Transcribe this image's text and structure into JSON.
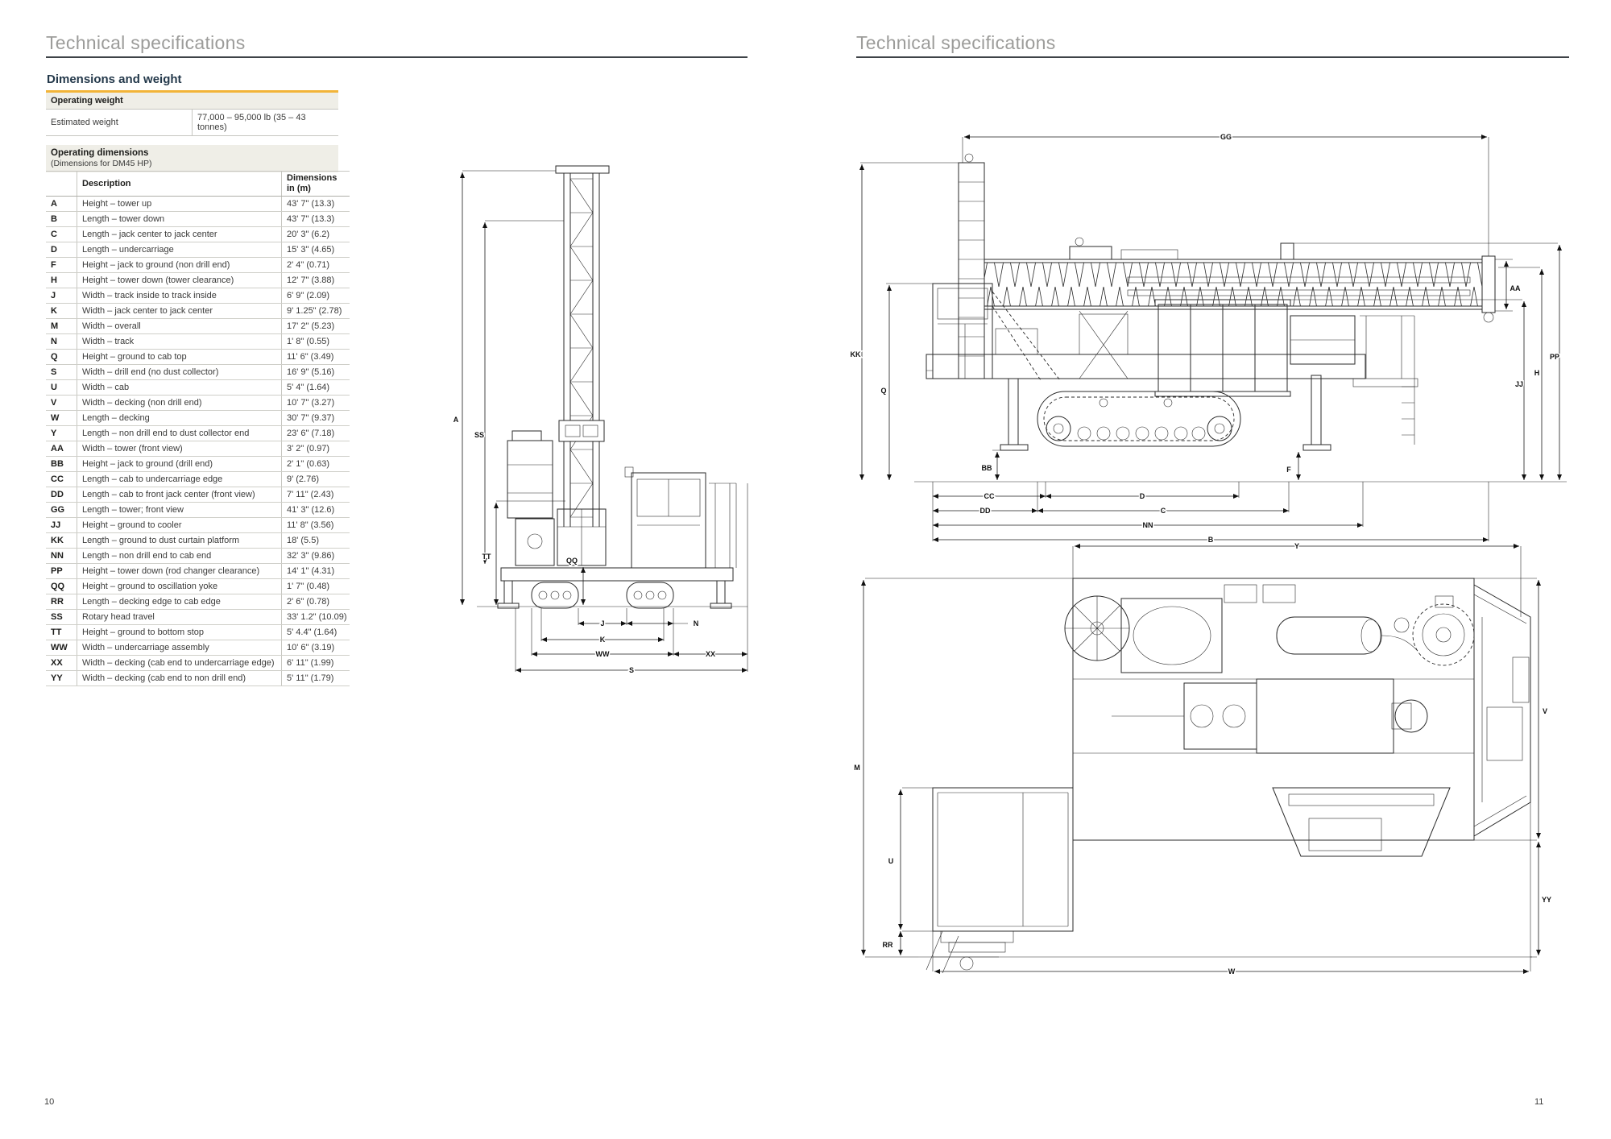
{
  "colors": {
    "accent_gold": "#F2B438",
    "heading_gray": "#9C9C9A",
    "navy": "#24394B",
    "rule_dark": "#3E4347",
    "table_band_beige": "#EFEEE7",
    "table_border": "#C6C6C0"
  },
  "page_left": {
    "header": "Technical specifications",
    "section_title": "Dimensions and weight",
    "operating_weight": {
      "title": "Operating weight",
      "rows": [
        {
          "label": "Estimated weight",
          "value": "77,000 – 95,000 lb (35 – 43 tonnes)"
        }
      ]
    },
    "operating_dimensions": {
      "title": "Operating dimensions",
      "subtitle": "(Dimensions for DM45 HP)",
      "columns": {
        "code": "",
        "description": "Description",
        "dim_line1": "Dimensions",
        "dim_line2": "in (m)"
      },
      "rows": [
        {
          "code": "A",
          "description": "Height – tower up",
          "value": "43' 7\" (13.3)"
        },
        {
          "code": "B",
          "description": "Length – tower down",
          "value": "43' 7\" (13.3)"
        },
        {
          "code": "C",
          "description": "Length – jack center to jack center",
          "value": "20' 3\" (6.2)"
        },
        {
          "code": "D",
          "description": "Length – undercarriage",
          "value": "15' 3\" (4.65)"
        },
        {
          "code": "F",
          "description": "Height – jack to ground (non drill end)",
          "value": "2' 4\" (0.71)"
        },
        {
          "code": "H",
          "description": "Height – tower down (tower clearance)",
          "value": "12' 7\" (3.88)"
        },
        {
          "code": "J",
          "description": "Width – track inside to track inside",
          "value": "6' 9\" (2.09)"
        },
        {
          "code": "K",
          "description": "Width – jack center to jack center",
          "value": "9' 1.25\" (2.78)"
        },
        {
          "code": "M",
          "description": "Width – overall",
          "value": "17' 2\" (5.23)"
        },
        {
          "code": "N",
          "description": "Width – track",
          "value": "1' 8\" (0.55)"
        },
        {
          "code": "Q",
          "description": "Height – ground to cab top",
          "value": "11' 6\" (3.49)"
        },
        {
          "code": "S",
          "description": "Width – drill end (no dust collector)",
          "value": "16' 9\" (5.16)"
        },
        {
          "code": "U",
          "description": "Width – cab",
          "value": "5' 4\" (1.64)"
        },
        {
          "code": "V",
          "description": "Width – decking (non drill end)",
          "value": "10' 7\" (3.27)"
        },
        {
          "code": "W",
          "description": "Length – decking",
          "value": "30' 7\" (9.37)"
        },
        {
          "code": "Y",
          "description": "Length – non drill end to dust collector end",
          "value": "23' 6\" (7.18)"
        },
        {
          "code": "AA",
          "description": "Width – tower (front view)",
          "value": "3' 2\" (0.97)"
        },
        {
          "code": "BB",
          "description": "Height – jack to ground (drill end)",
          "value": "2' 1\" (0.63)"
        },
        {
          "code": "CC",
          "description": "Length – cab to undercarriage edge",
          "value": "9' (2.76)"
        },
        {
          "code": "DD",
          "description": "Length – cab to front jack center (front view)",
          "value": "7' 11\" (2.43)"
        },
        {
          "code": "GG",
          "description": "Length – tower; front view",
          "value": "41' 3\" (12.6)"
        },
        {
          "code": "JJ",
          "description": "Height – ground to cooler",
          "value": "11' 8\" (3.56)"
        },
        {
          "code": "KK",
          "description": "Length – ground to dust curtain platform",
          "value": "18' (5.5)"
        },
        {
          "code": "NN",
          "description": "Length – non drill end to cab end",
          "value": "32' 3\" (9.86)"
        },
        {
          "code": "PP",
          "description": "Height – tower down (rod changer clearance)",
          "value": "14' 1\" (4.31)"
        },
        {
          "code": "QQ",
          "description": "Height – ground to oscillation yoke",
          "value": "1' 7\" (0.48)"
        },
        {
          "code": "RR",
          "description": "Length – decking edge to cab edge",
          "value": "2' 6\" (0.78)"
        },
        {
          "code": "SS",
          "description": "Rotary head travel",
          "value": "33' 1.2\" (10.09)"
        },
        {
          "code": "TT",
          "description": "Height – ground to bottom stop",
          "value": "5' 4.4\" (1.64)"
        },
        {
          "code": "WW",
          "description": "Width – undercarriage assembly",
          "value": "10' 6\" (3.19)"
        },
        {
          "code": "XX",
          "description": "Width – decking (cab end to undercarriage edge)",
          "value": "6' 11\" (1.99)"
        },
        {
          "code": "YY",
          "description": "Width – decking (cab end to non drill end)",
          "value": "5' 11\" (1.79)"
        }
      ]
    },
    "front_view": {
      "labels": {
        "A": "A",
        "SS": "SS",
        "TT": "TT",
        "QQ": "QQ",
        "J": "J",
        "N": "N",
        "K": "K",
        "WW": "WW",
        "XX": "XX",
        "S": "S"
      }
    },
    "page_number": "10"
  },
  "page_right": {
    "header": "Technical specifications",
    "side_view": {
      "labels": {
        "GG": "GG",
        "KK": "KK",
        "Q": "Q",
        "AA": "AA",
        "JJ": "JJ",
        "H": "H",
        "PP": "PP",
        "BB": "BB",
        "F": "F",
        "CC": "CC",
        "D": "D",
        "DD": "DD",
        "C": "C",
        "NN": "NN",
        "B": "B"
      }
    },
    "plan_view": {
      "labels": {
        "Y": "Y",
        "M": "M",
        "U": "U",
        "RR": "RR",
        "V": "V",
        "YY": "YY",
        "W": "W"
      }
    },
    "page_number": "11"
  }
}
